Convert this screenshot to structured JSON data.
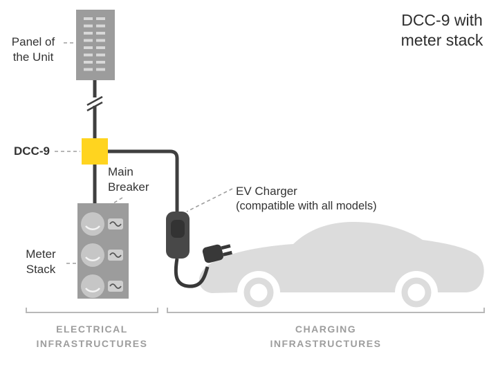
{
  "title": "DCC-9 with\nmeter stack",
  "labels": {
    "panel": "Panel of\nthe Unit",
    "dcc9": "DCC-9",
    "main_breaker": "Main\nBreaker",
    "meter_stack": "Meter\nStack",
    "ev_charger_title": "EV Charger",
    "ev_charger_sub": "(compatible with all models)"
  },
  "sections": {
    "electrical": "ELECTRICAL\nINFRASTRUCTURES",
    "charging": "CHARGING\nINFRASTRUCTURES"
  },
  "colors": {
    "accent_yellow": "#FFD41F",
    "wire_dark": "#3F3F3F",
    "equipment_gray": "#9C9C9C",
    "meter_dial_gray": "#C6C6C6",
    "car_gray": "#DCDCDC",
    "charger_dark": "#484848",
    "label_dark": "#333333",
    "label_gray": "#9D9D9D",
    "leader_gray": "#9E9E9E"
  },
  "icons": {
    "breaker_panel_icon": "gray rectangle with rows of breaker slots",
    "break_symbol_icon": "double slash wire break",
    "dcc9_device": "yellow square module on the wire",
    "meter_stack_icon": "gray cabinet with three round meters and breaker switches",
    "ev_charger_icon": "dark rounded wall charger",
    "plug_icon": "dark two-prong plug",
    "car_silhouette": "light gray sedan side view"
  }
}
